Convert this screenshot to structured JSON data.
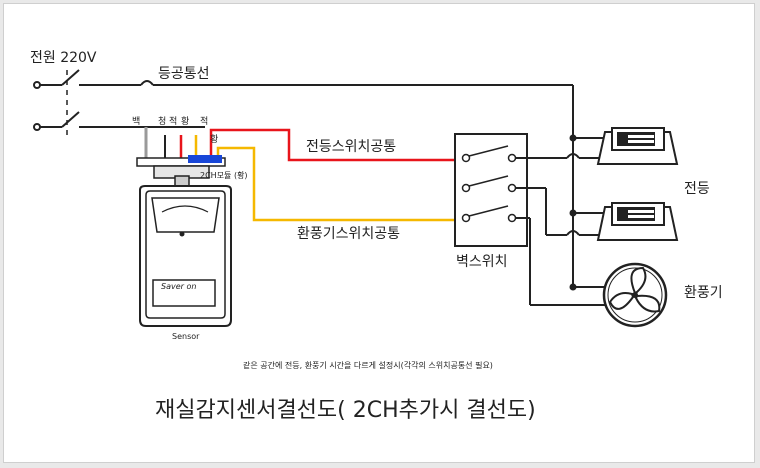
{
  "power_label": "전원 220V",
  "common_label": "등공통선",
  "wires": {
    "white": "백",
    "blue": "청",
    "red": "적",
    "yellow": "황",
    "red2": "적",
    "yellow2": "황"
  },
  "module_label": "2CH모듈 (황)",
  "light_common": "전등스위치공통",
  "fan_common": "환풍기스위치공통",
  "wall_switch": "벽스위치",
  "lamp_label": "전등",
  "fan_label": "환풍기",
  "sensor_label": "Sensor",
  "sensor_brand": "Saver on",
  "note": "같은 공간에 전등, 환풍기 시간을 다르게 설정시(각각의 스위치공통선 필요)",
  "title": "재실감지센서결선도( 2CH추가시 결선도)",
  "colors": {
    "red_wire": "#e8141b",
    "yellow_wire": "#f5b800",
    "blue_wire": "#1846d8",
    "gray_wire": "#9a9a9a"
  }
}
